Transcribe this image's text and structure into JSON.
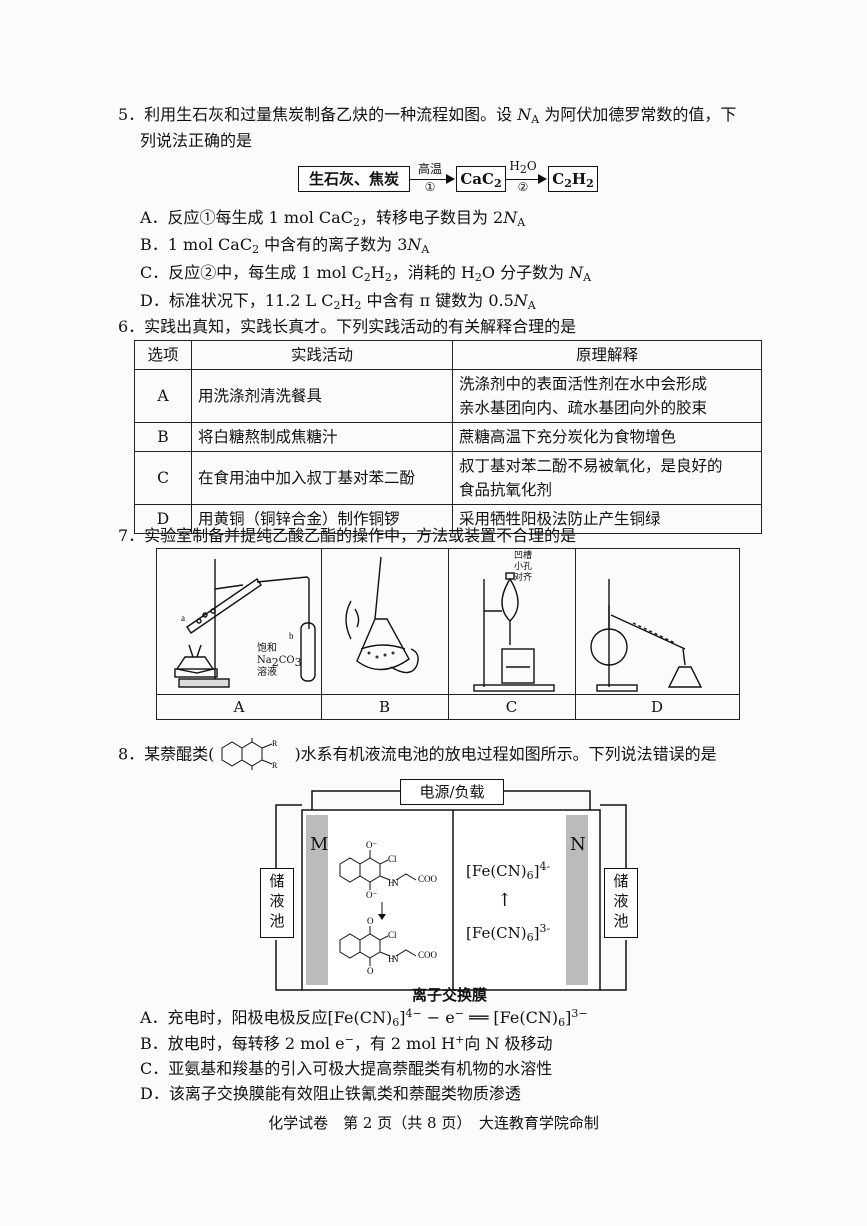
{
  "q5": {
    "stem_line1_a": "5．利用生石灰和过量焦炭制备乙炔的一种流程如图。设 ",
    "stem_na": "N",
    "stem_na_sub": "A",
    "stem_line1_b": " 为阿伏加德罗常数的值，下",
    "stem_line2": "列说法正确的是",
    "flow": {
      "box1": "生石灰、焦炭",
      "box2_main": "CaC",
      "box2_sub": "2",
      "box3_a": "C",
      "box3_sub1": "2",
      "box3_b": "H",
      "box3_sub2": "2",
      "arrow1_top": "高温",
      "arrow1_bottom": "①",
      "arrow2_top_a": "H",
      "arrow2_top_sub": "2",
      "arrow2_top_b": "O",
      "arrow2_bottom": "②"
    },
    "optA_a": "A．反应①每生成 1 mol CaC",
    "optA_sub": "2",
    "optA_b": "，转移电子数目为 2",
    "optB_a": "B．1 mol CaC",
    "optB_sub": "2",
    "optB_b": " 中含有的离子数为 3",
    "optC_a": "C．反应②中，每生成 1 mol C",
    "optC_sub1": "2",
    "optC_b": "H",
    "optC_sub2": "2",
    "optC_c": "，消耗的 H",
    "optC_sub3": "2",
    "optC_d": "O 分子数为 ",
    "optD_a": "D．标准状况下，11.2 L C",
    "optD_sub1": "2",
    "optD_b": "H",
    "optD_sub2": "2",
    "optD_c": " 中含有 π 键数为 0.5",
    "na": "N",
    "na_sub": "A"
  },
  "q6": {
    "stem": "6．实践出真知，实践长真才。下列实践活动的有关解释合理的是",
    "headers": [
      "选项",
      "实践活动",
      "原理解释"
    ],
    "rows": [
      {
        "opt": "A",
        "activity": "用洗涤剂清洗餐具",
        "explain1": "洗涤剂中的表面活性剂在水中会形成",
        "explain2": "亲水基团向内、疏水基团向外的胶束"
      },
      {
        "opt": "B",
        "activity": "将白糖熬制成焦糖汁",
        "explain1": "蔗糖高温下充分炭化为食物增色",
        "explain2": ""
      },
      {
        "opt": "C",
        "activity": "在食用油中加入叔丁基对苯二酚",
        "explain1": "叔丁基对苯二酚不易被氧化，是良好的",
        "explain2": "食品抗氧化剂"
      },
      {
        "opt": "D",
        "activity": "用黄铜（铜锌合金）制作铜锣",
        "explain1": "采用牺牲阳极法防止产生铜绿",
        "explain2": ""
      }
    ]
  },
  "q7": {
    "stem": "7．实验室制备并提纯乙酸乙酯的操作中，方法或装置不合理的是",
    "labels": [
      "A",
      "B",
      "C",
      "D"
    ],
    "a_text_a": "a",
    "a_text_b": "b",
    "a_sat1": "饱和",
    "a_sat2_a": "Na",
    "a_sat2_sub1": "2",
    "a_sat2_b": "CO",
    "a_sat2_sub2": "3",
    "a_sat3": "溶液",
    "c_note": [
      "凹槽",
      "小孔",
      "对齐"
    ]
  },
  "q8": {
    "stem_a": "8．某萘醌类(",
    "stem_b": ")水系有机液流电池的放电过程如图所示。下列说法错误的是",
    "power": "电源/负载",
    "left_tank": [
      "储",
      "液",
      "池"
    ],
    "right_tank": [
      "储",
      "液",
      "池"
    ],
    "electrode_m": "M",
    "electrode_n": "N",
    "membrane": "离子交换膜",
    "fe_top": "[Fe(CN)",
    "fe_sub": "6",
    "fe_top_charge": "4-",
    "fe_bottom_charge": "3-",
    "mol_cl": "Cl",
    "mol_coo": "COO",
    "mol_h": "H",
    "mol_n": "N",
    "optA_a": "A．充电时，阳极电极反应[Fe(CN)",
    "optA_sub": "6",
    "optA_sup1": "4−",
    "optA_b": " − e",
    "optA_sup2": "−",
    "optA_c": " ══ [Fe(CN)",
    "optA_sup3": "3−",
    "optB_a": "B．放电时，每转移 2 mol e",
    "optB_sup1": "−",
    "optB_b": "，有 2 mol H",
    "optB_sup2": "+",
    "optB_c": "向 N 极移动",
    "optC": "C．亚氨基和羧基的引入可极大提高萘醌类有机物的水溶性",
    "optD": "D．该离子交换膜能有效阻止铁氰类和萘醌类物质渗透"
  },
  "footer": "化学试卷　第 2 页（共 8 页）　大连教育学院命制"
}
